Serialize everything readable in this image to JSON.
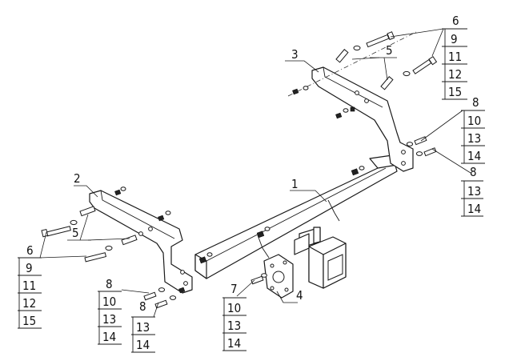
{
  "callouts": {
    "main_bar": "1",
    "left_bracket": "2",
    "right_bracket": "3",
    "socket_plate": "4",
    "spacer_tubes_left": "5",
    "spacer_tubes_right": "5",
    "bolt_right_top": "6",
    "bolt_left": "6",
    "bolt_bracket_right": "8",
    "bolt_bracket_right_lower": "8",
    "bolt_bracket_left": "8",
    "bolt_left_lower": "8",
    "socket_bolt": "7"
  },
  "tables": {
    "right_top": [
      "9",
      "11",
      "12",
      "15"
    ],
    "left": [
      "9",
      "11",
      "12",
      "15"
    ],
    "right_upper": [
      "10",
      "13",
      "14"
    ],
    "right_lower": [
      "13",
      "14"
    ],
    "left_lower_a": [
      "10",
      "13",
      "14"
    ],
    "left_lower_b": [
      "13",
      "14"
    ],
    "socket": [
      "10",
      "13",
      "14"
    ]
  }
}
